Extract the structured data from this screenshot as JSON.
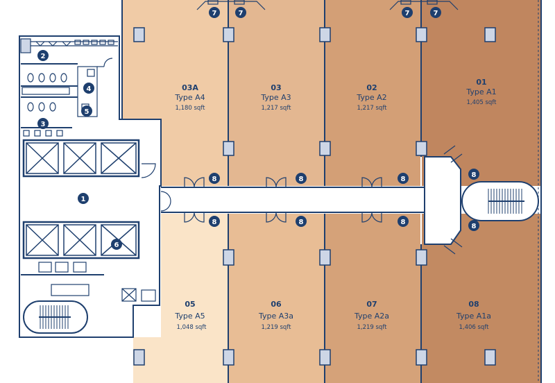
{
  "colors": {
    "wall": "#1e3f6e",
    "core_fill": "#ffffff",
    "corridor": "#ffffff",
    "column_fill": "#cdd6e6",
    "marker_fill": "#1e3f6e",
    "unit_03A": "#f0cba6",
    "unit_03": "#e3b791",
    "unit_02": "#d39f76",
    "unit_01": "#c0865f",
    "unit_05": "#fae4c8",
    "unit_06": "#e8bd95",
    "unit_07": "#d5a279",
    "unit_08": "#c28a62"
  },
  "units": [
    {
      "id": "03A",
      "number": "03A",
      "type": "Type A4",
      "size": "1,180 sqft"
    },
    {
      "id": "03",
      "number": "03",
      "type": "Type A3",
      "size": "1,217 sqft"
    },
    {
      "id": "02",
      "number": "02",
      "type": "Type A2",
      "size": "1,217 sqft"
    },
    {
      "id": "01",
      "number": "01",
      "type": "Type A1",
      "size": "1,405 sqft"
    },
    {
      "id": "05",
      "number": "05",
      "type": "Type A5",
      "size": "1,048  sqft"
    },
    {
      "id": "06",
      "number": "06",
      "type": "Type A3a",
      "size": "1,219 sqft"
    },
    {
      "id": "07",
      "number": "07",
      "type": "Type A2a",
      "size": "1,219 sqft"
    },
    {
      "id": "08",
      "number": "08",
      "type": "Type A1a",
      "size": "1,406 sqft"
    }
  ],
  "markers": [
    {
      "id": "m1",
      "label": "1"
    },
    {
      "id": "m2",
      "label": "2"
    },
    {
      "id": "m3",
      "label": "3"
    },
    {
      "id": "m4",
      "label": "4"
    },
    {
      "id": "m5",
      "label": "5"
    },
    {
      "id": "m6",
      "label": "6"
    },
    {
      "id": "m7a",
      "label": "7"
    },
    {
      "id": "m7b",
      "label": "7"
    },
    {
      "id": "m7c",
      "label": "7"
    },
    {
      "id": "m7d",
      "label": "7"
    },
    {
      "id": "m8a",
      "label": "8"
    },
    {
      "id": "m8b",
      "label": "8"
    },
    {
      "id": "m8c",
      "label": "8"
    },
    {
      "id": "m8d",
      "label": "8"
    },
    {
      "id": "m8e",
      "label": "8"
    },
    {
      "id": "m8f",
      "label": "8"
    },
    {
      "id": "m8g",
      "label": "8"
    },
    {
      "id": "m8h",
      "label": "8"
    }
  ]
}
